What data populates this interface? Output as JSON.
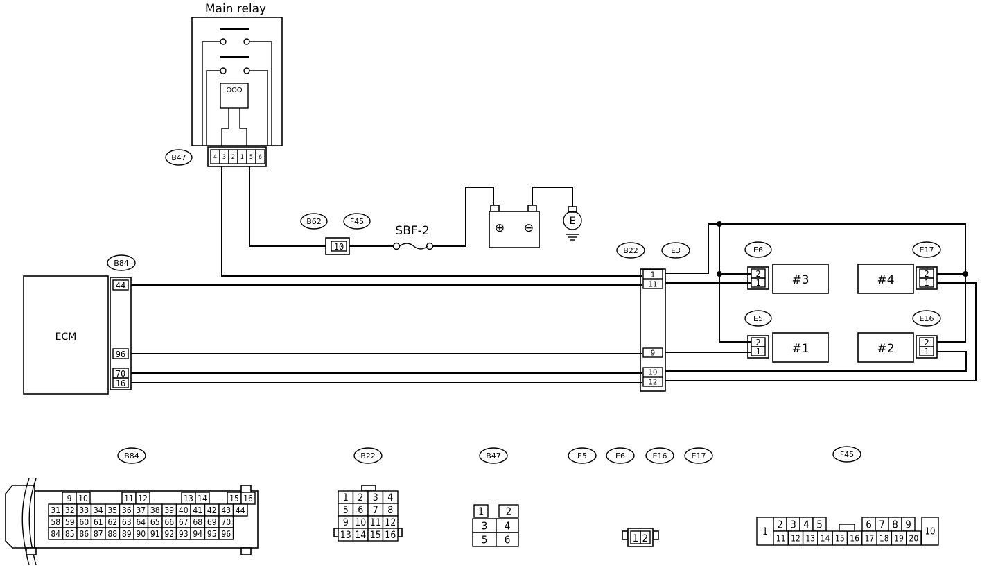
{
  "main_relay": {
    "label": "Main relay",
    "connector": "B47",
    "pins": [
      "4",
      "3",
      "2",
      "1",
      "5",
      "6"
    ]
  },
  "battery_circuit": {
    "b62": "B62",
    "f45": "F45",
    "pin_10": "10",
    "fuse": "SBF-2",
    "plus": "⊕",
    "minus": "⊖",
    "ground": "E"
  },
  "ecm": {
    "label": "ECM",
    "connector": "B84",
    "pins": [
      "44",
      "96",
      "70",
      "16"
    ]
  },
  "intermediate": {
    "b22": "B22",
    "e3": "E3",
    "pins": [
      "1",
      "11",
      "9",
      "10",
      "12"
    ]
  },
  "injectors": [
    {
      "connector": "E6",
      "label": "#3",
      "pins": [
        "2",
        "1"
      ]
    },
    {
      "connector": "E17",
      "label": "#4",
      "pins": [
        "2",
        "1"
      ]
    },
    {
      "connector": "E5",
      "label": "#1",
      "pins": [
        "2",
        "1"
      ]
    },
    {
      "connector": "E16",
      "label": "#2",
      "pins": [
        "2",
        "1"
      ]
    }
  ],
  "views": {
    "b84": {
      "label": "B84",
      "row0": [
        "9",
        "10",
        "11",
        "12",
        "13",
        "14",
        "15",
        "16"
      ],
      "row1": [
        "31",
        "32",
        "33",
        "34",
        "35",
        "36",
        "37",
        "38",
        "39",
        "40",
        "41",
        "42",
        "43",
        "44"
      ],
      "row2": [
        "58",
        "59",
        "60",
        "61",
        "62",
        "63",
        "64",
        "65",
        "66",
        "67",
        "68",
        "69",
        "70"
      ],
      "row3": [
        "84",
        "85",
        "86",
        "87",
        "88",
        "89",
        "90",
        "91",
        "92",
        "93",
        "94",
        "95",
        "96"
      ]
    },
    "b22": {
      "label": "B22",
      "rows": [
        [
          "1",
          "2",
          "3",
          "4"
        ],
        [
          "5",
          "6",
          "7",
          "8"
        ],
        [
          "9",
          "10",
          "11",
          "12"
        ],
        [
          "13",
          "14",
          "15",
          "16"
        ]
      ]
    },
    "b47": {
      "label": "B47",
      "rows": [
        [
          "1",
          "2"
        ],
        [
          "3",
          "4"
        ],
        [
          "5",
          "6"
        ]
      ]
    },
    "e_group": {
      "labels": [
        "E5",
        "E6",
        "E16",
        "E17"
      ],
      "pins": [
        "1",
        "2"
      ]
    },
    "f45": {
      "label": "F45",
      "left": "1",
      "right": "10",
      "top": [
        "2",
        "3",
        "4",
        "5",
        "6",
        "7",
        "8",
        "9"
      ],
      "bottom": [
        "11",
        "12",
        "13",
        "14",
        "15",
        "16",
        "17",
        "18",
        "19",
        "20"
      ]
    }
  }
}
